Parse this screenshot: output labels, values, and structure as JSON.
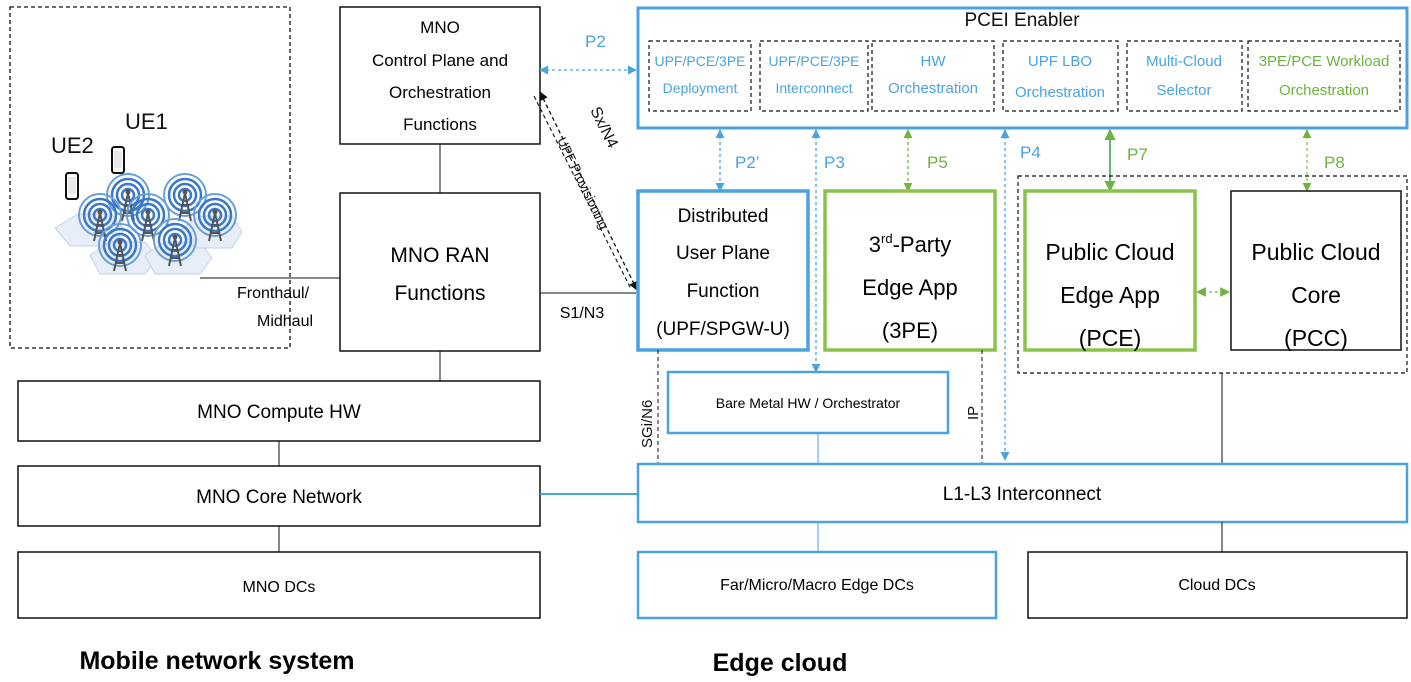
{
  "colors": {
    "blue": "#4aa3df",
    "green": "#8bc34a",
    "green_text": "#6db33f",
    "black": "#111111"
  },
  "mno": {
    "control": [
      "MNO",
      "Control Plane and",
      "Orchestration",
      "Functions"
    ],
    "ran": [
      "MNO RAN",
      "Functions"
    ],
    "compute": "MNO Compute HW",
    "core": "MNO Core Network",
    "dcs": "MNO DCs"
  },
  "ue": {
    "ue1": "UE1",
    "ue2": "UE2"
  },
  "links": {
    "fronthaul": [
      "Fronthaul/",
      "Midhaul"
    ],
    "s1n3": "S1/N3",
    "sxn4": "Sx/N4",
    "upf_prov": "UPF Provisioning",
    "sgin6": "SGi/N6",
    "ip": "IP"
  },
  "pcei": {
    "title": "PCEI Enabler",
    "modules": [
      [
        "UPF/PCE/3PE",
        "Deployment"
      ],
      [
        "UPF/PCE/3PE",
        "Interconnect"
      ],
      [
        "HW",
        "Orchestration"
      ],
      [
        "UPF LBO",
        "Orchestration"
      ],
      [
        "Multi-Cloud",
        "Selector"
      ],
      [
        "3PE/PCE Workload",
        "Orchestration"
      ]
    ]
  },
  "refpoints": {
    "p2": "P2",
    "p2p": "P2’",
    "p3": "P3",
    "p4": "P4",
    "p5": "P5",
    "p7": "P7",
    "p8": "P8"
  },
  "edge": {
    "upf": [
      "Distributed",
      "User Plane",
      "Function",
      "(UPF/SPGW-U)"
    ],
    "tpe": {
      "line1_a": "3",
      "line1_sup": "rd",
      "line1_b": "-Party",
      "line2": "Edge App",
      "line3": "(3PE)"
    },
    "pce": [
      "Public Cloud",
      "Edge App",
      "(PCE)"
    ],
    "pcc": [
      "Public Cloud",
      "Core",
      "(PCC)"
    ],
    "baremetal": "Bare Metal HW / Orchestrator",
    "interconnect": "L1-L3 Interconnect",
    "edge_dcs": "Far/Micro/Macro Edge DCs",
    "cloud_dcs": "Cloud DCs"
  },
  "captions": {
    "mobile": "Mobile network system",
    "edge": "Edge cloud"
  }
}
